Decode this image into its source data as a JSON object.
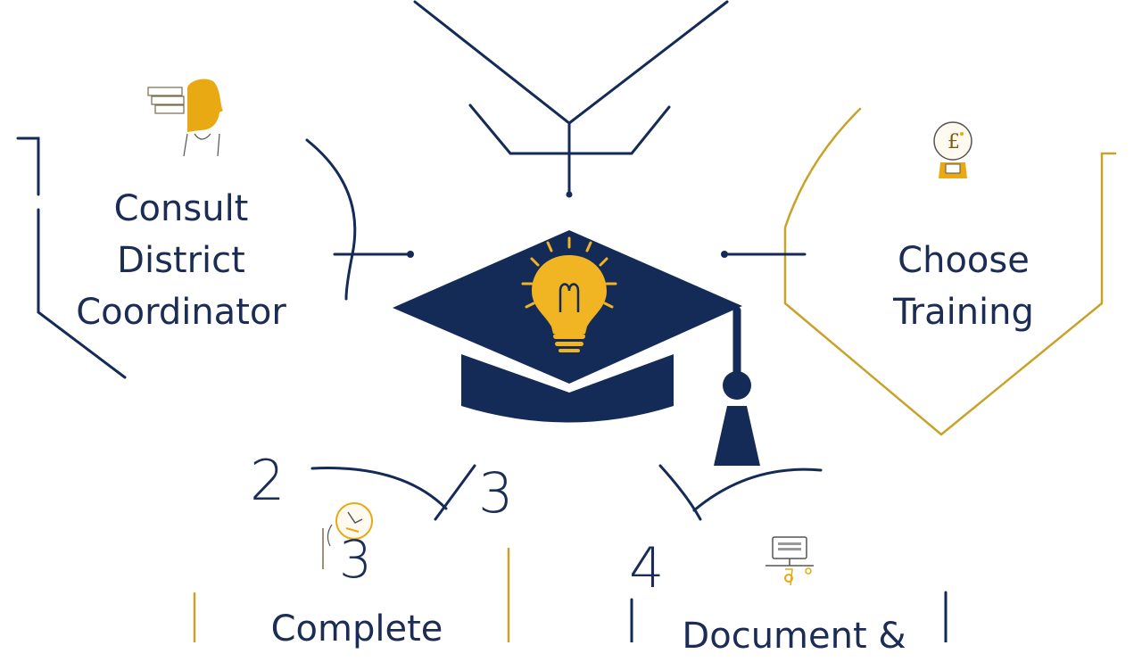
{
  "colors": {
    "navy": "#142a57",
    "gold": "#e8a912",
    "gold_line": "#c9a22a",
    "text": "#1b2c55"
  },
  "steps": {
    "consult": {
      "lines": [
        "Consult",
        "District",
        "Coordinator"
      ],
      "icon": "person-with-books-icon"
    },
    "choose": {
      "lines": [
        "Choose",
        "Training"
      ],
      "icon": "thinking-head-icon"
    },
    "complete": {
      "number": "2",
      "number_b": "3",
      "lines": [
        "Complete"
      ],
      "icon": "clock-head-icon"
    },
    "document": {
      "number": "4",
      "lines": [
        "Document &"
      ],
      "icon": "computer-desk-icon"
    }
  },
  "center": {
    "icon": "graduation-cap-lightbulb-icon"
  }
}
